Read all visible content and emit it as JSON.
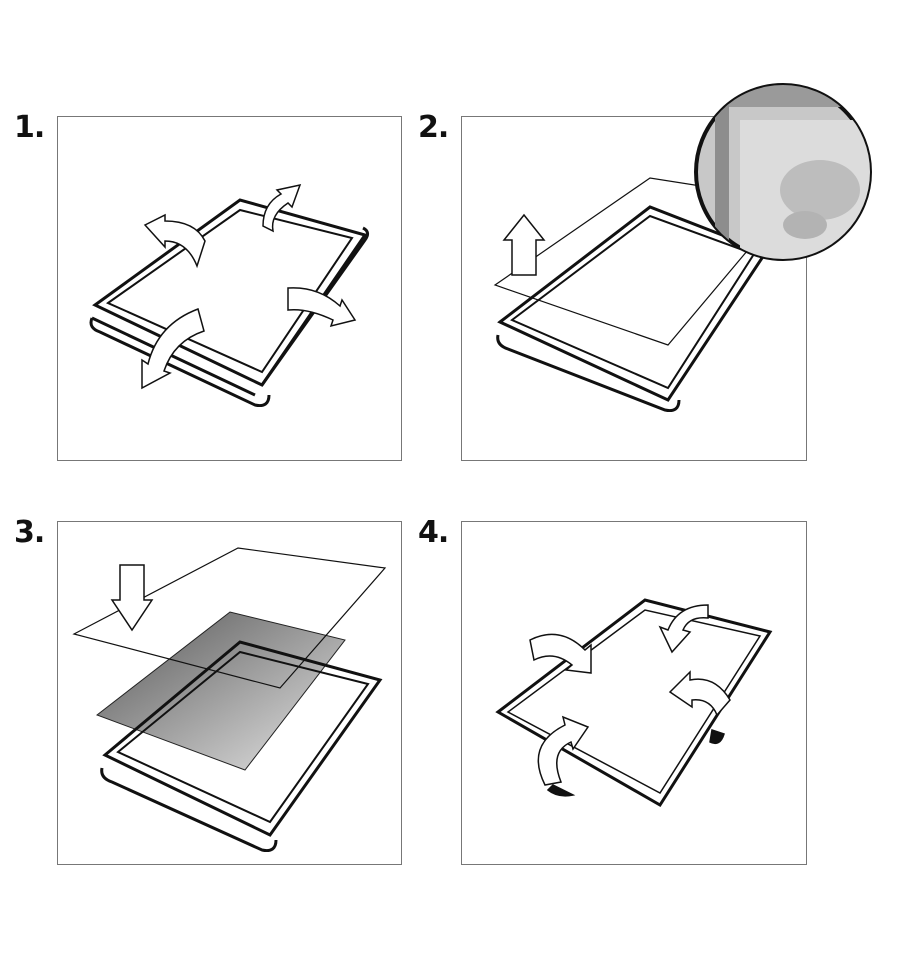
{
  "steps": [
    {
      "label": "1."
    },
    {
      "label": "2."
    },
    {
      "label": "3."
    },
    {
      "label": "4."
    }
  ],
  "colors": {
    "line": "#111111",
    "panel_border": "#777777",
    "sheet_gray": "#8a8a8a"
  }
}
